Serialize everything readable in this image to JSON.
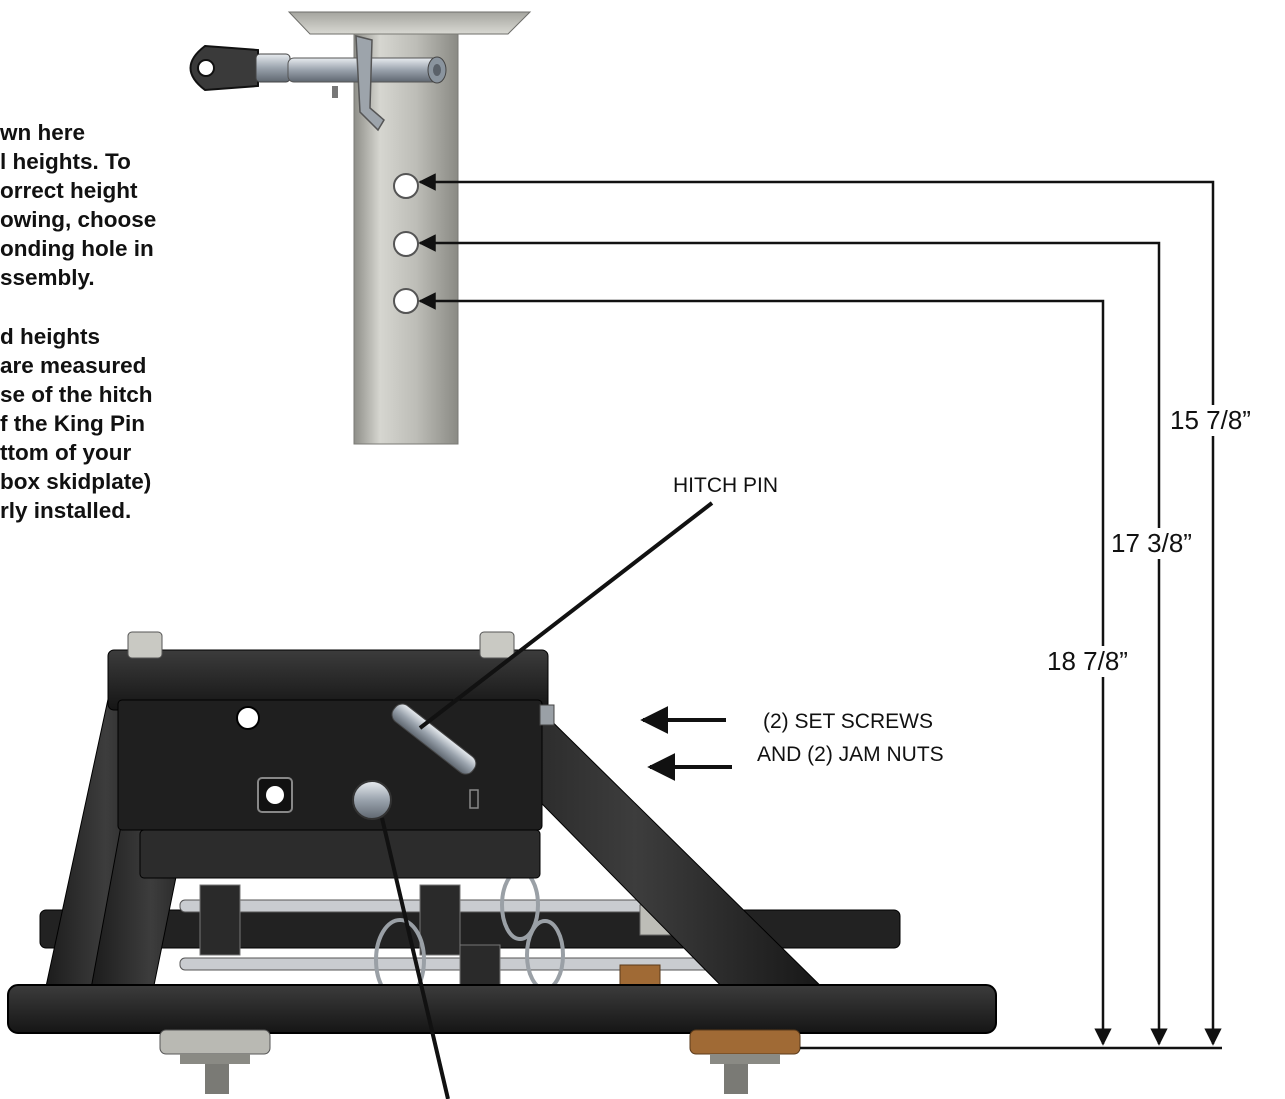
{
  "instructions": {
    "lines_para1": [
      "wn here",
      "l heights. To",
      "orrect height",
      "owing, choose",
      "onding hole in",
      "ssembly."
    ],
    "lines_para2": [
      "d heights",
      "are measured",
      "se of the hitch",
      "f the King Pin",
      "ttom of your",
      "box skidplate)",
      "rly installed."
    ]
  },
  "callouts": {
    "hitch_pin": "HITCH PIN",
    "set_screws_line1": "(2) SET SCREWS",
    "set_screws_line2": "AND (2) JAM NUTS"
  },
  "dimensions": {
    "top_hole": "15 7/8”",
    "middle_hole": "17 3/8”",
    "bottom_hole": "18 7/8”"
  },
  "colors": {
    "frame": "#1e1e1e",
    "frame_highlight": "#3a3a3a",
    "tube": "#b9b9b3",
    "steel": "#8f8f8f",
    "bronze": "#a06a35",
    "line": "#111111"
  }
}
